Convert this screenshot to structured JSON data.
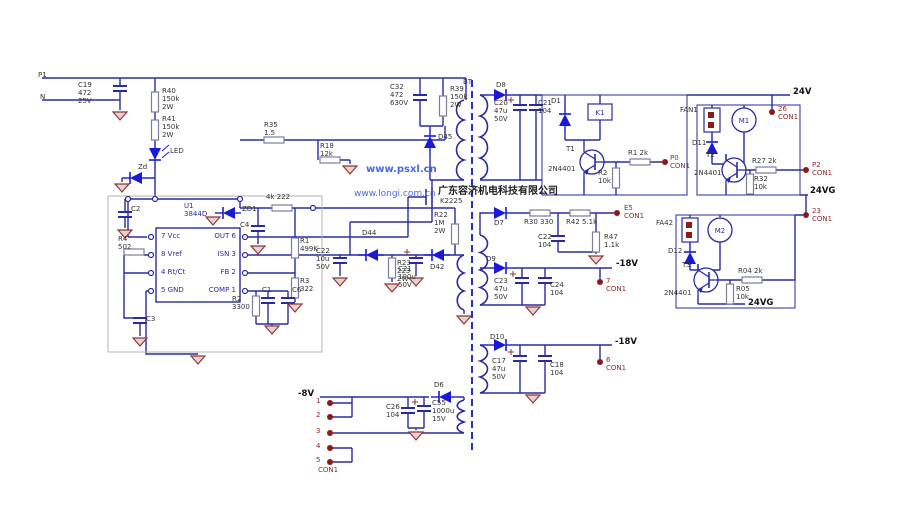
{
  "watermarks": {
    "site_center": "www.psxl.cn",
    "site_left": "www.longi.com.cn",
    "company": "广东容济机电科技有限公司"
  },
  "input": {
    "line": "P1",
    "neutral": "N",
    "c19": "C19\n472\n25V",
    "r40": "R40\n150k\n2W",
    "r41": "R41\n150k\n2W",
    "led": "LED",
    "zd": "Zd"
  },
  "controller": {
    "u1": "U1\n3844D",
    "pins_left": [
      "7 Vcc",
      "8 Vref",
      "4 Rt/Ct",
      "5 GND"
    ],
    "pins_right": [
      "OUT 6",
      "ISN 3",
      "FB 2",
      "COMP 1"
    ],
    "c2": "C2",
    "zd1": "ZD1",
    "r4": "R4\n502",
    "r2": "R2\n3300",
    "c1": "C1",
    "c6": "C6",
    "c3": "C3",
    "c4": "C4",
    "r45": "4k 222",
    "r1": "R1\n499K",
    "r3": "R3\n322",
    "r35": "R35\n1.5",
    "r18": "R18\n12k"
  },
  "primary": {
    "c32": "C32\n472\n630V",
    "r39": "R39\n150k\n2W",
    "bt": "BT",
    "d45": "D45",
    "mosfet": "K2225",
    "c22": "C22\n10u\n50V",
    "d44": "D44",
    "r23": "R23\n223\n2W",
    "c21": "C21\n100u\n50V",
    "d42": "D42",
    "r22": "R22\n1M\n2W"
  },
  "rail24": {
    "d8": "D8",
    "c20": "C20\n47u\n50V",
    "c21": "C21\n104",
    "d1": "D1",
    "k1": "K1",
    "t1": "T1",
    "t1_part": "2N4401",
    "r1": "R1 2k",
    "r2": "R2\n10k",
    "p0": "P0\nCON1",
    "v24": "24V",
    "t26": "26\nCON1",
    "v24g": "24VG",
    "t23": "23\nCON1"
  },
  "fan1": {
    "conn": "FAN1",
    "d11": "D11",
    "m1": "M1",
    "t2": "T2",
    "t2_part": "2N4401",
    "r27": "R27 2k",
    "r32": "R32\n10k",
    "p2": "P2\nCON1"
  },
  "fan2": {
    "conn": "FA42",
    "d12": "D12",
    "m2": "M2",
    "t3": "T3",
    "t3_part": "2N4401",
    "r04": "R04 2k",
    "r05": "R05\n10k",
    "v24g": "24VG"
  },
  "rail18a": {
    "d7": "D7",
    "r30": "R30 330",
    "r42": "R42 5.1k",
    "e5": "E5\nCON1",
    "c22": "C22\n104",
    "r47": "R47\n1.1k",
    "d9": "D9",
    "c23": "C23\n47u\n50V",
    "c24": "C24\n104",
    "v": "-18V",
    "t7": "7\nCON1"
  },
  "rail18b": {
    "d10": "D10",
    "c17": "C17\n47u\n50V",
    "c18": "C18\n104",
    "v": "-18V",
    "t6": "6\nCON1"
  },
  "rail8": {
    "v": "-8V",
    "d6": "D6",
    "c26": "C26\n104",
    "c55": "C55\n1000u\n15V",
    "pins": [
      "1",
      "2",
      "3",
      "4",
      "5"
    ],
    "conn": "CON1"
  },
  "colors": {
    "wire": "#2b2b9e",
    "diode": "#1a1ad6",
    "ground": "#8b3a3a",
    "terminal": "#8b1a1a",
    "text": "#333333",
    "watermark": "#4a6ae0"
  }
}
